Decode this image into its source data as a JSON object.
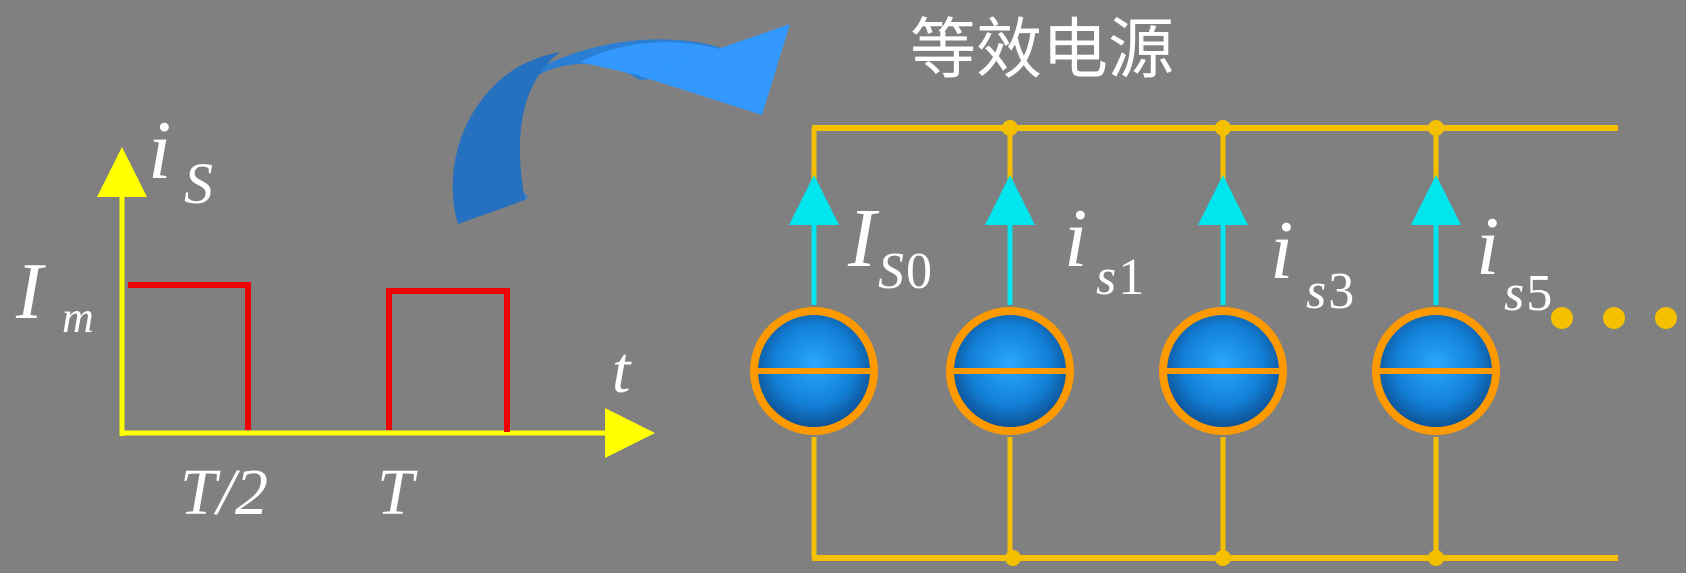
{
  "title": "等效电源",
  "waveform": {
    "y_axis_label": {
      "main": "i",
      "sub": "S"
    },
    "level_label": {
      "main": "I",
      "sub": "m"
    },
    "x_axis_label": "t",
    "tick_half": "T/2",
    "tick_full": "T",
    "axis_color": "#ffff00",
    "pulse_color": "#ee0000"
  },
  "circuit": {
    "wire_color": "#f5c000",
    "arrow_color": "#00e5ee",
    "source_ring_color": "#ff9900",
    "source_fill_color": "#1a8fe8",
    "sources": [
      {
        "main": "I",
        "sub": "S0"
      },
      {
        "main": "i",
        "sub": "s1"
      },
      {
        "main": "i",
        "sub": "s3"
      },
      {
        "main": "i",
        "sub": "s5"
      }
    ],
    "continuation": "• • •"
  },
  "curved_arrow_color": "#3399ff"
}
